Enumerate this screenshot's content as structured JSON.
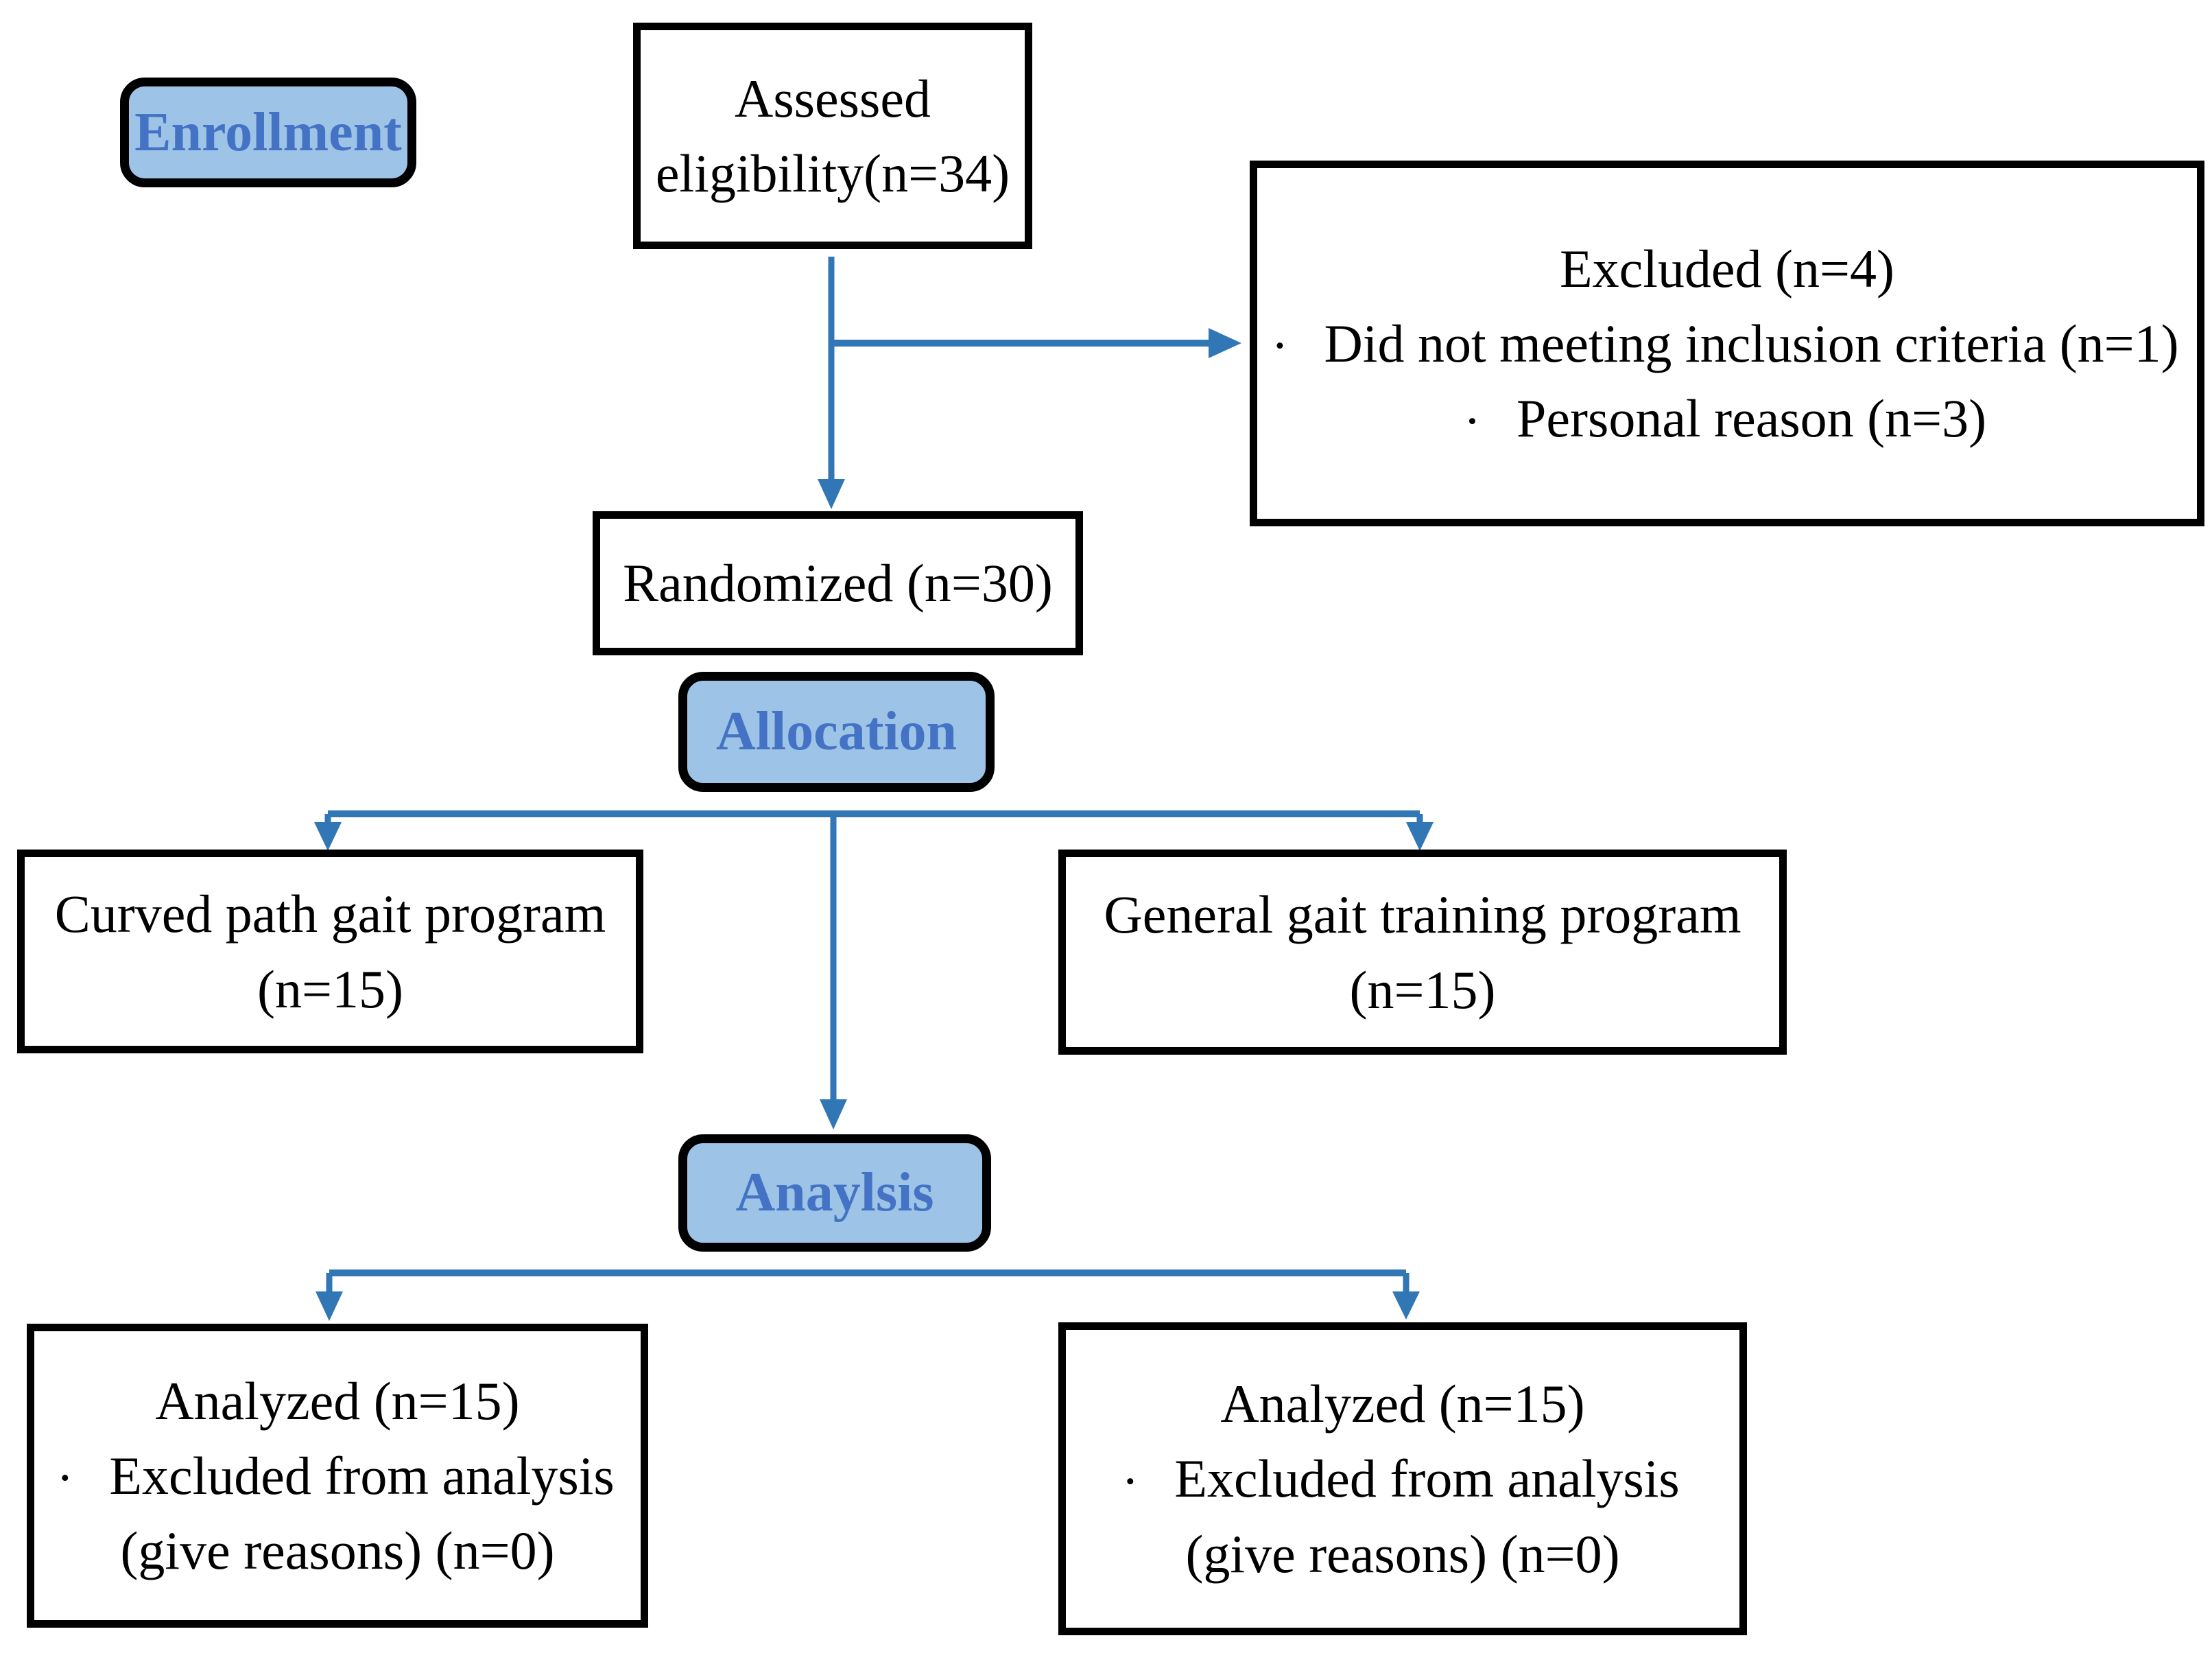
{
  "stage_labels": {
    "enrollment": "Enrollment",
    "allocation": "Allocation",
    "analysis": "Anaylsis"
  },
  "bullet_char": "•",
  "boxes": {
    "assessed": {
      "line1": "Assessed",
      "line2": "eligibility(n=34)"
    },
    "excluded": {
      "title": "Excluded (n=4)",
      "bullet1": "Did not meeting inclusion criteria (n=1)",
      "bullet2": "Personal reason (n=3)"
    },
    "randomized": {
      "text": "Randomized (n=30)"
    },
    "curved_path": {
      "line1": "Curved path gait program",
      "line2": "(n=15)"
    },
    "general_gait": {
      "line1": "General gait training program",
      "line2": "(n=15)"
    },
    "analyzed_left": {
      "title": "Analyzed (n=15)",
      "bullet1": "Excluded from analysis",
      "line3": "(give reasons) (n=0)"
    },
    "analyzed_right": {
      "title": "Analyzed (n=15)",
      "bullet1": "Excluded from analysis",
      "line3": "(give reasons) (n=0)"
    }
  },
  "colors": {
    "label_fill": "#9DC3E6",
    "label_text": "#4472C4",
    "arrow": "#3176B5",
    "box_border": "#000000"
  }
}
